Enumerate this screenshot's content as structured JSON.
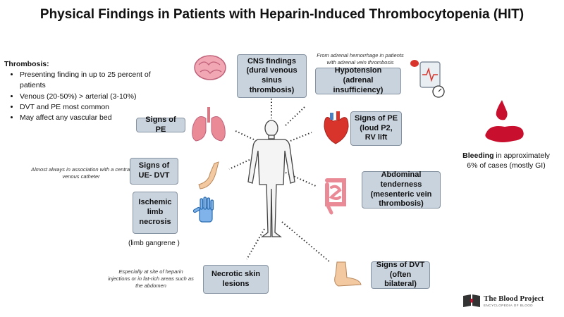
{
  "title": "Physical Findings in Patients with Heparin-Induced Thrombocytopenia (HIT)",
  "thrombosis": {
    "heading": "Thrombosis:",
    "bullets": [
      "Presenting finding in up to 25 percent of patients",
      "Venous (20-50%) > arterial (3-10%)",
      "DVT and PE most common",
      "May affect any vascular bed"
    ]
  },
  "boxes": {
    "cns": "CNS findings (dural venous sinus thrombosis)",
    "hypotension": "Hypotension (adrenal insufficiency)",
    "pe_left": "Signs of PE",
    "pe_right": "Signs of PE (loud P2, RV lift",
    "ue_dvt": "Signs of UE- DVT",
    "ischemic": "Ischemic limb necrosis",
    "abdominal": "Abdominal tenderness (mesenteric vein thrombosis)",
    "necrotic": "Necrotic skin lesions",
    "dvt": "Signs of DVT (often bilateral)"
  },
  "notes": {
    "adrenal": "From adrenal hemorrhage in patients with adrenal vein thrombosis",
    "catheter": "Almost always in association with a central venous catheter",
    "limb_gangrene": "(limb gangrene )",
    "heparin_site": "Especially at site of heparin injections or in fat-rich areas such as the abdomen"
  },
  "bleeding": {
    "bold": "Bleeding",
    "rest": " in approximately 6% of cases (mostly GI)"
  },
  "logo": {
    "name": "The Blood Project",
    "tagline": "ENCYCLOPEDIA OF BLOOD"
  },
  "colors": {
    "box_fill": "#c9d3de",
    "box_border": "#8592a1",
    "blood_red": "#c8102e",
    "organ_pink": "#e98a96",
    "heart_red": "#d9342b",
    "hand_blue": "#4a90e2",
    "skin": "#f2c9a0"
  }
}
